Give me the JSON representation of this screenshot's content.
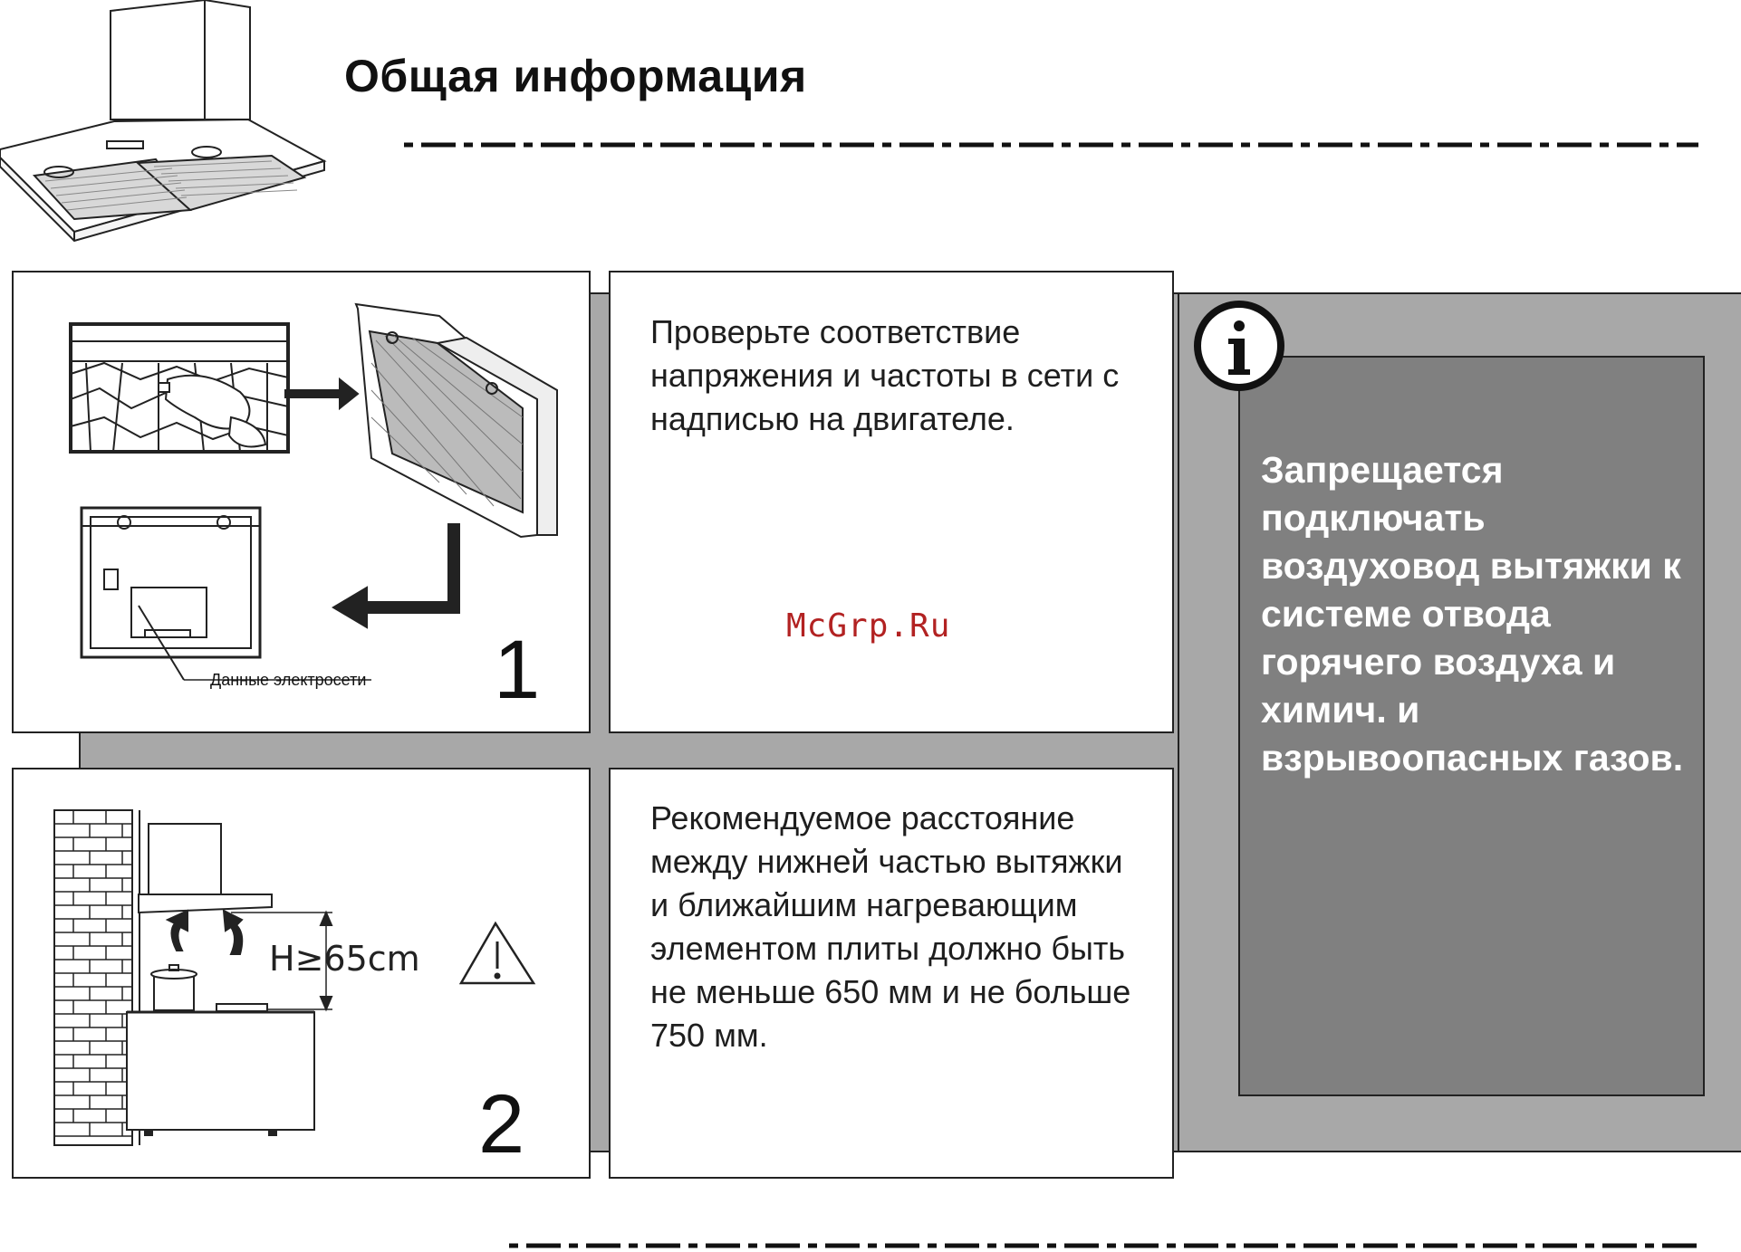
{
  "header": {
    "title": "Общая информация"
  },
  "step1": {
    "number": "1",
    "illustration_label": "Данные электросети",
    "text": "Проверьте соответствие напряжения и частоты в сети с надписью на двигателе."
  },
  "step2": {
    "number": "2",
    "height_label": "H≥65cm",
    "text": "Рекомендуемое расстояние между нижней частью вытяжки и ближайшим нагревающим элементом плиты должно быть не меньше 650 мм и не больше 750 мм."
  },
  "warning": {
    "icon": "info-icon",
    "text": "Запрещается подключать воздуховод вытяжки к системе отвода горячего воздуха и химич. и взрывоопасных газов."
  },
  "watermark": "McGrp.Ru",
  "colors": {
    "gray_panel": "#a8a8a8",
    "dark_panel": "#808080",
    "watermark": "#b22222"
  }
}
